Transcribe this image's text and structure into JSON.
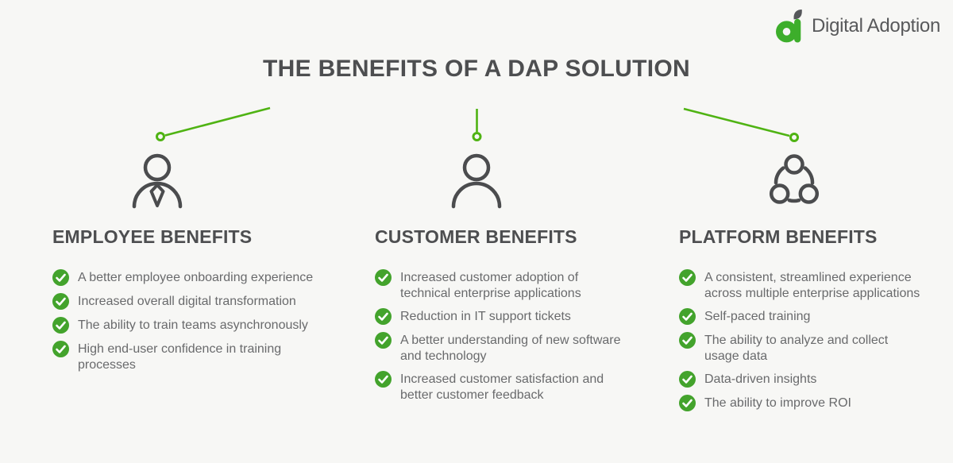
{
  "title": "THE BENEFITS OF A DAP SOLUTION",
  "logo": {
    "brand": "Digital Adoption",
    "icon": "digital-adoption-leaf-a-icon"
  },
  "colors": {
    "background": "#f7f7f5",
    "check_green": "#43a32c",
    "line_green": "#4fb313",
    "logo_green": "#3dae2b",
    "heading_gray": "#4d4e50",
    "body_gray": "#696a6c",
    "icon_gray": "#4b4c4e"
  },
  "columns": [
    {
      "heading": "EMPLOYEE BENEFITS",
      "icon": "employee-person-tie-icon",
      "items": [
        "A better employee onboarding experience",
        "Increased overall digital transformation",
        "The ability to train teams asynchronously",
        "High end-user confidence in training\nprocesses"
      ]
    },
    {
      "heading": "CUSTOMER BENEFITS",
      "icon": "customer-person-icon",
      "items": [
        "Increased customer adoption of\ntechnical enterprise applications",
        "Reduction in IT support tickets",
        "A better understanding of new software\nand technology",
        "Increased customer satisfaction and\nbetter customer feedback"
      ]
    },
    {
      "heading": "PLATFORM BENEFITS",
      "icon": "platform-network-icon",
      "items": [
        "A consistent, streamlined experience\nacross multiple enterprise applications",
        "Self-paced training",
        "The ability to analyze and collect\nusage data",
        "Data-driven insights",
        "The ability to improve ROI"
      ]
    }
  ]
}
